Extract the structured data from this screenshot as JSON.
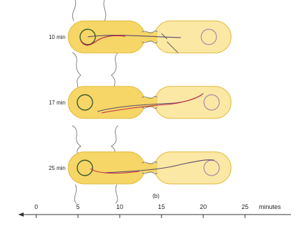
{
  "figure": {
    "panel_label": "(b)",
    "rows": [
      {
        "time_label": "10 min"
      },
      {
        "time_label": "17 min"
      },
      {
        "time_label": "25 min"
      }
    ]
  },
  "timeline": {
    "ticks": [
      "0",
      "5",
      "10",
      "15",
      "20",
      "25"
    ],
    "unit": "minutes"
  },
  "colors": {
    "cell_fill": "#f5d667",
    "cell_fill_light": "#fbe8a4",
    "cell_edge": "#e3b93a",
    "dna": "#5b4a6a",
    "transfer_strand": "#c0284a",
    "origin_circle_left": "#3d5a2a",
    "origin_circle_right": "#a88aa8",
    "pilus": "#555555"
  }
}
